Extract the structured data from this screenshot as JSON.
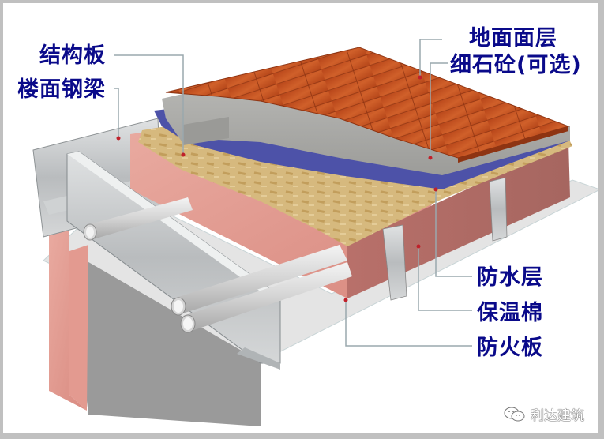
{
  "diagram": {
    "type": "floor-assembly-cutaway",
    "labels_left": [
      {
        "id": "structural-board",
        "text": "结构板"
      },
      {
        "id": "floor-steel-beam",
        "text": "楼面钢梁"
      }
    ],
    "labels_right_top": [
      {
        "id": "floor-finish-layer",
        "text": "地面面层"
      },
      {
        "id": "fine-aggregate-concrete",
        "text": "细石砼(可选)"
      }
    ],
    "labels_right_bottom": [
      {
        "id": "waterproof-layer",
        "text": "防水层"
      },
      {
        "id": "insulation-wool",
        "text": "保温棉"
      },
      {
        "id": "fireproof-board",
        "text": "防火板"
      }
    ],
    "colors": {
      "label_text": "#0a0a8a",
      "leader_line": "#9aa8ad",
      "leader_dot": "#c0202a",
      "wood_floor": "#c0501e",
      "concrete": "#a9a9a6",
      "waterproof": "#4d52a8",
      "osb_board": "#d2b47a",
      "insulation": "#e39a90",
      "steel": "#c7cacc",
      "fire_board": "#9a9a9a",
      "frame_border": "#c0c0c0"
    }
  },
  "watermark": {
    "icon": "wechat-icon",
    "text": "利达建筑"
  }
}
